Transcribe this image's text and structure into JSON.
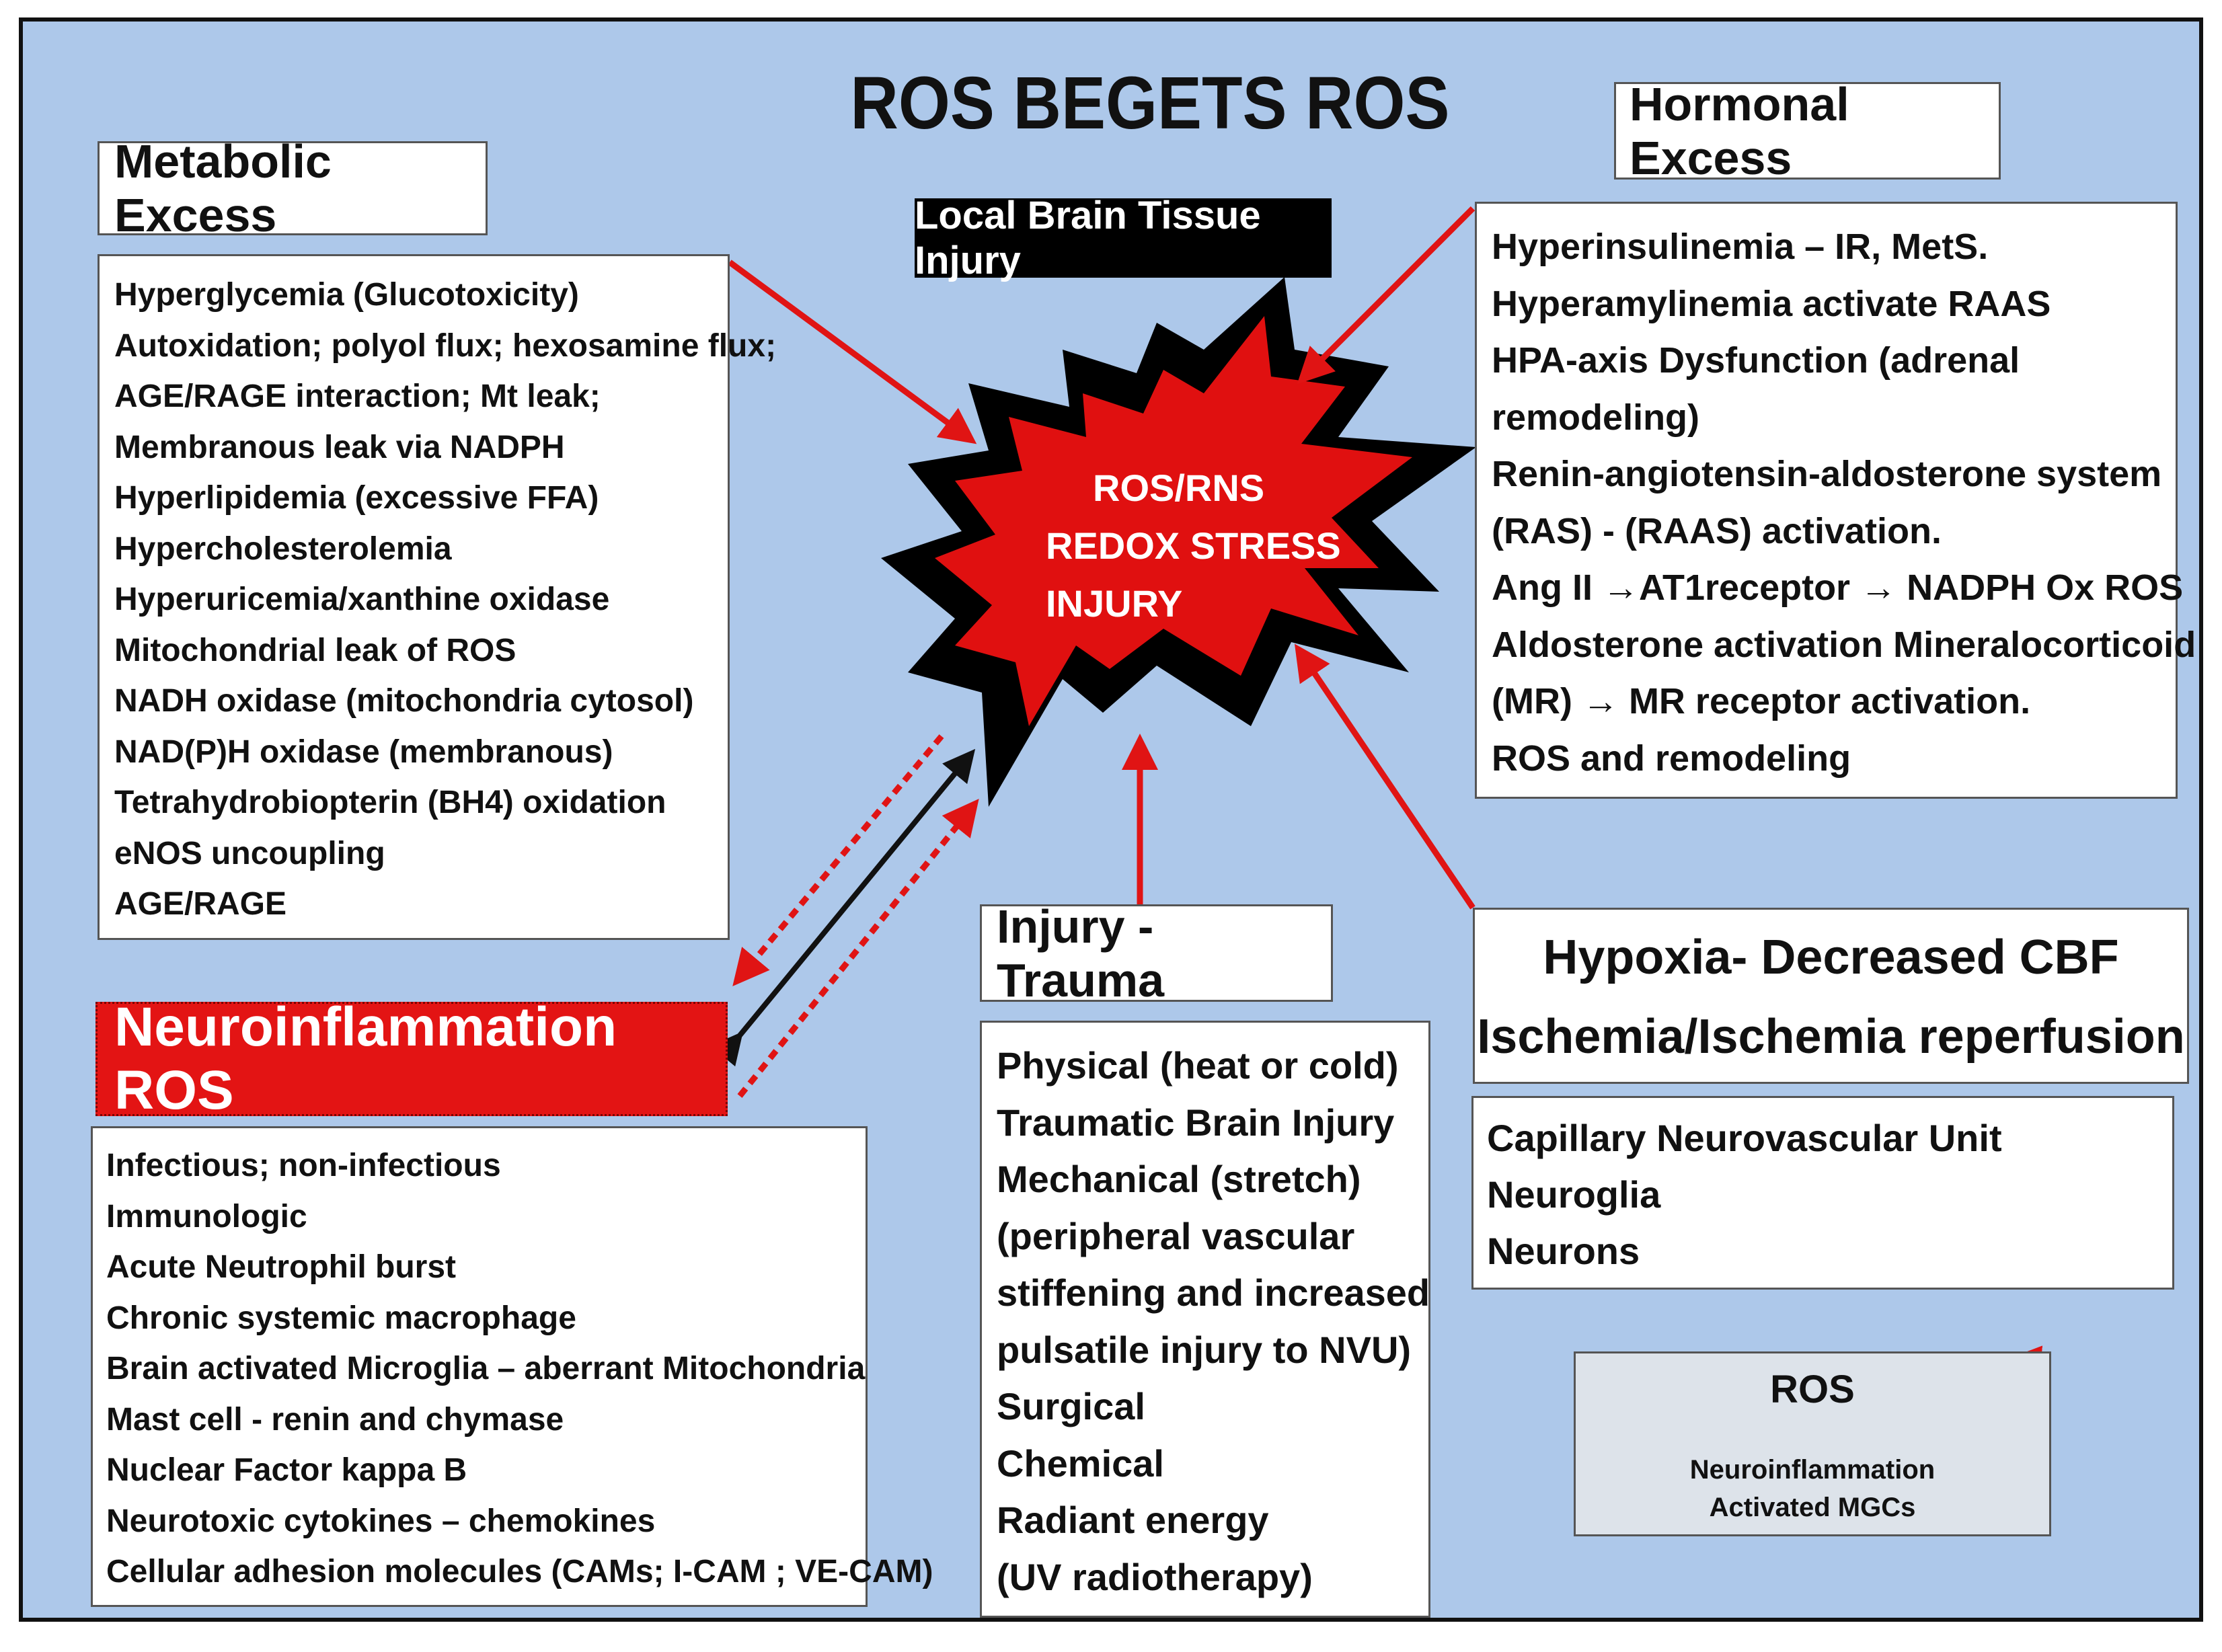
{
  "title": "ROS BEGETS ROS",
  "local_injury": "Local Brain Tissue Injury",
  "center": [
    "ROS/RNS",
    "REDOX STRESS",
    "INJURY"
  ],
  "metabolic": {
    "header": "Metabolic Excess",
    "items": [
      "Hyperglycemia (Glucotoxicity)",
      "Autoxidation; polyol flux; hexosamine flux;",
      "AGE/RAGE interaction; Mt leak;",
      "Membranous leak via NADPH",
      "Hyperlipidemia (excessive FFA)",
      "Hypercholesterolemia",
      "Hyperuricemia/xanthine oxidase",
      "Mitochondrial leak of ROS",
      "NADH oxidase (mitochondria cytosol)",
      "NAD(P)H oxidase (membranous)",
      "Tetrahydrobiopterin (BH4) oxidation",
      "eNOS uncoupling",
      "AGE/RAGE"
    ]
  },
  "hormonal": {
    "header": "Hormonal Excess",
    "items": [
      "Hyperinsulinemia – IR,  MetS.",
      "Hyperamylinemia activate RAAS",
      "HPA-axis Dysfunction  (adrenal",
      "remodeling)",
      "Renin-angiotensin-aldosterone system",
      "(RAS) - (RAAS) activation.",
      "Ang II →AT1receptor → NADPH Ox ROS",
      "Aldosterone activation Mineralocorticoid",
      "(MR) → MR receptor activation.",
      "ROS and remodeling"
    ]
  },
  "neuroinflammation": {
    "header": "Neuroinflammation ROS",
    "items": [
      "Infectious; non-infectious",
      "Immunologic",
      "Acute Neutrophil burst",
      "Chronic systemic macrophage",
      "Brain activated Microglia – aberrant Mitochondria",
      "Mast cell - renin and chymase",
      "Nuclear Factor kappa B",
      "Neurotoxic cytokines – chemokines",
      "Cellular adhesion molecules (CAMs; I-CAM ; VE-CAM)"
    ]
  },
  "trauma": {
    "header": "Injury - Trauma",
    "items": [
      "Physical (heat or cold)",
      " Traumatic Brain Injury",
      "Mechanical  (stretch)",
      "(peripheral vascular",
      "stiffening and increased",
      "pulsatile injury to NVU)",
      "Surgical",
      "Chemical",
      "Radiant energy",
      "(UV radiotherapy)"
    ]
  },
  "hypoxia": {
    "header": [
      "Hypoxia- Decreased CBF",
      "Ischemia/Ischemia reperfusion"
    ],
    "items": [
      "Capillary Neurovascular Unit",
      "Neuroglia",
      "Neurons"
    ]
  },
  "ros_cycle": {
    "label": "ROS",
    "sub": [
      "Neuroinflammation",
      "Activated MGCs"
    ]
  },
  "colors": {
    "background": "#adc8ea",
    "burst_red": "#e01010",
    "arrow_red": "#e01414",
    "header_red": "#e31414"
  }
}
